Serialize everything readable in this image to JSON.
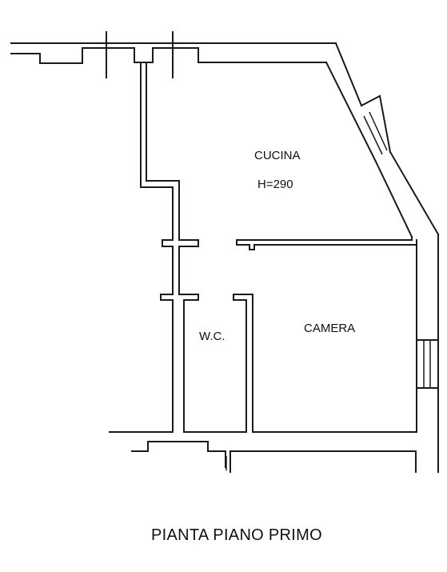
{
  "rooms": {
    "kitchen": {
      "name": "CUCINA",
      "height": "H=290"
    },
    "wc": {
      "name": "W.C."
    },
    "bedroom": {
      "name": "CAMERA"
    }
  },
  "title": "PIANTA PIANO PRIMO"
}
